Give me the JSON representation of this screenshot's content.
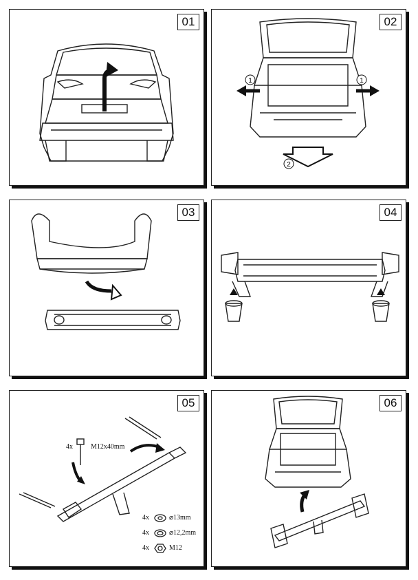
{
  "steps": [
    {
      "number": "01"
    },
    {
      "number": "02",
      "markers": [
        "1",
        "1",
        "2"
      ]
    },
    {
      "number": "03"
    },
    {
      "number": "04"
    },
    {
      "number": "05",
      "bolt": {
        "qty": "4x",
        "spec": "M12x40mm"
      },
      "parts": [
        {
          "qty": "4x",
          "spec": "⌀13mm",
          "icon": "flat-washer-icon"
        },
        {
          "qty": "4x",
          "spec": "⌀12,2mm",
          "icon": "spring-washer-icon"
        },
        {
          "qty": "4x",
          "spec": "M12",
          "icon": "hex-nut-icon"
        }
      ]
    },
    {
      "number": "06"
    }
  ]
}
